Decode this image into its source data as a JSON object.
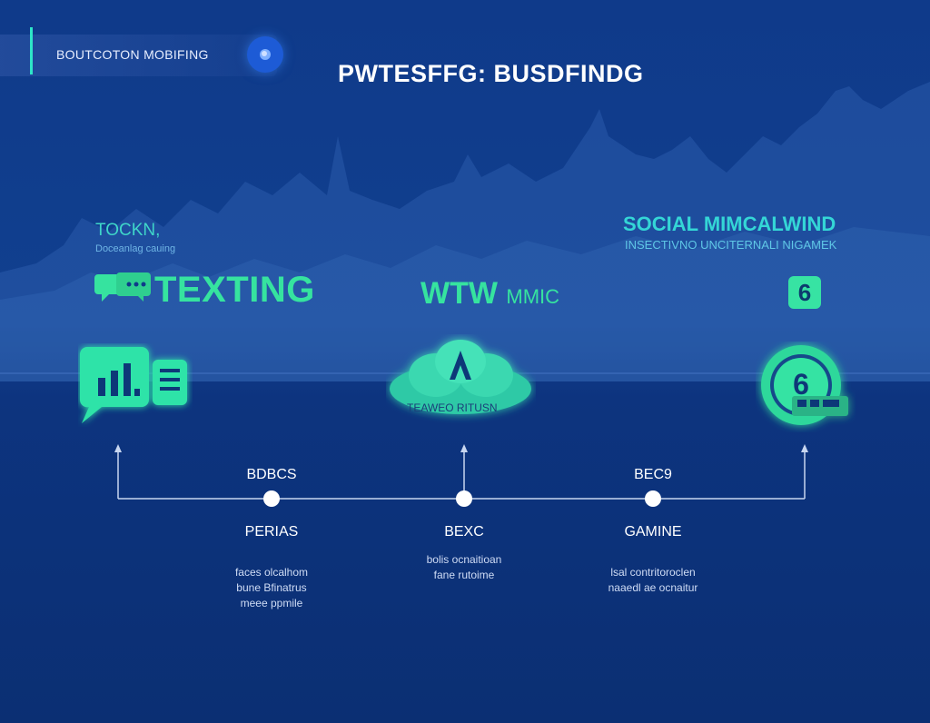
{
  "header": {
    "nav_label": "BOUTCOTON MOBIFING",
    "page_title": "PWTESFFG: BUSDFINDG"
  },
  "left_panel": {
    "label": "TOCKN,",
    "sublabel": "Doceanlag cauing",
    "title": "TEXTING"
  },
  "center_panel": {
    "title_main": "WTW",
    "title_small": "MMIC",
    "cloud_text": "TEAWEO RITUSN"
  },
  "right_panel": {
    "title": "SOCIAL MIMCALWIND",
    "subtitle": "INSECTIVNO UNCITERNALI NIGAMEK",
    "badge": "6",
    "coin_number": "6"
  },
  "timeline": {
    "nodes": [
      {
        "top_label": "BDBCS",
        "label": "PERIAS",
        "desc": [
          "faces olcalhom",
          "bune Bfinatrus",
          "meee ppmile"
        ]
      },
      {
        "top_label": "",
        "label": "BEXC",
        "desc": [
          "bolis ocnaitioan",
          "fane rutoime"
        ]
      },
      {
        "top_label": "BEC9",
        "label": "GAMINE",
        "desc": [
          "lsal contritoroclen",
          "naaedl ae ocnaitur"
        ]
      }
    ]
  },
  "colors": {
    "accent_green": "#36e39f",
    "accent_teal": "#34d6d6",
    "background": "#0f3a8a"
  }
}
